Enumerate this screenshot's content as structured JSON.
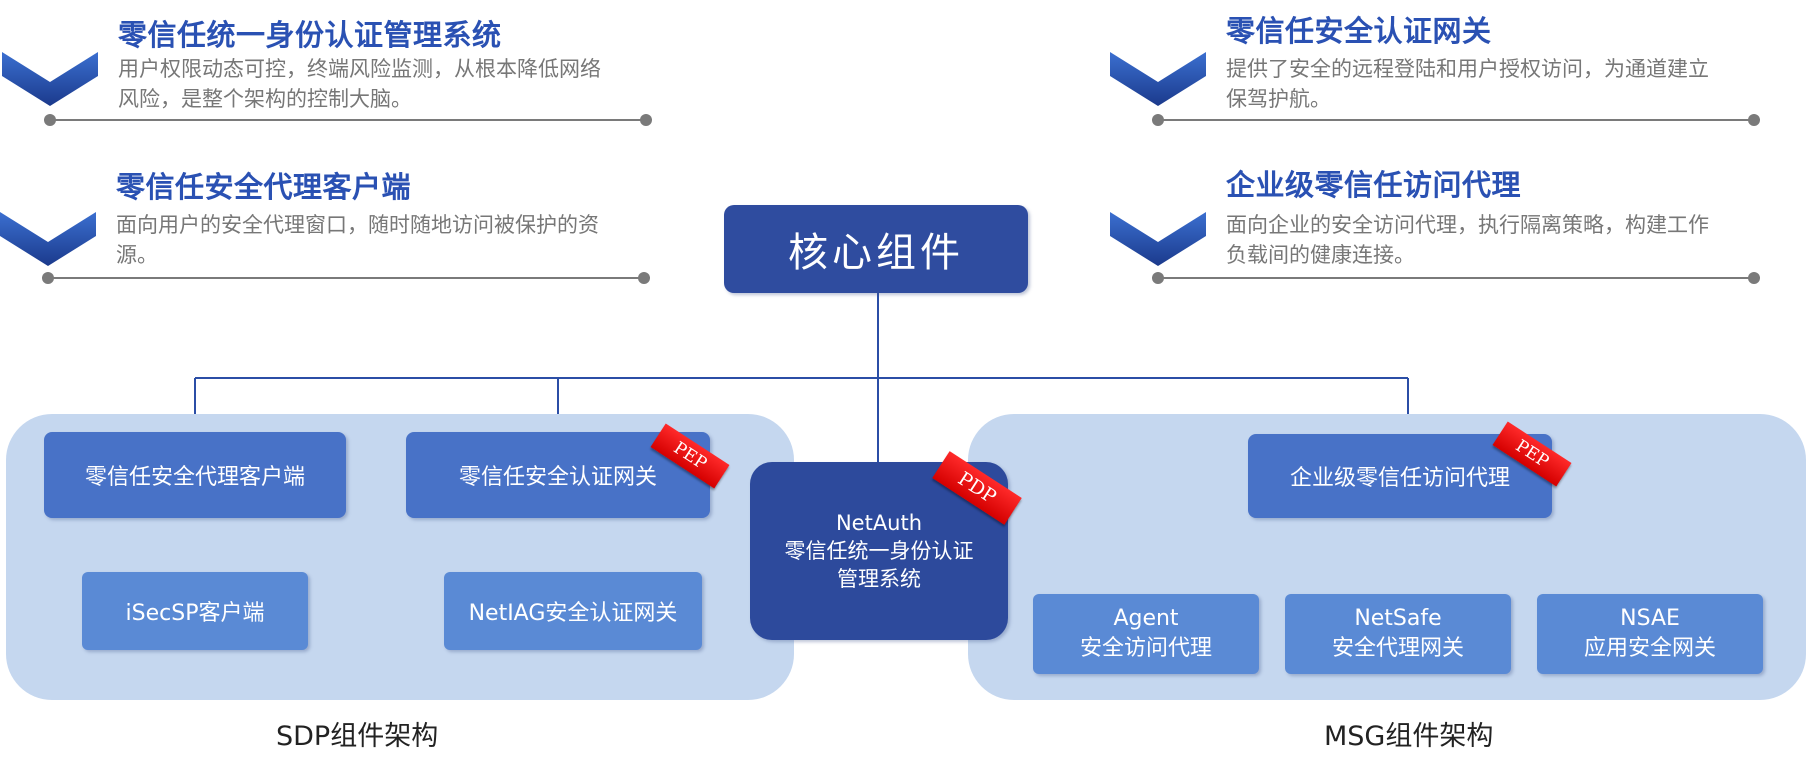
{
  "features": [
    {
      "title": "零信任统一身份认证管理系统",
      "desc_line1": "用户权限动态可控，终端风险监测，从根本降低网络",
      "desc_line2": "风险，是整个架构的控制大脑。"
    },
    {
      "title": "零信任安全代理客户端",
      "desc_line1": "面向用户的安全代理窗口，随时随地访问被保护的资",
      "desc_line2": "源。"
    },
    {
      "title": "零信任安全认证网关",
      "desc_line1": "提供了安全的远程登陆和用户授权访问，为通道建立",
      "desc_line2": "保驾护航。"
    },
    {
      "title": "企业级零信任访问代理",
      "desc_line1": "面向企业的安全访问代理，执行隔离策略，构建工作",
      "desc_line2": "负载间的健康连接。"
    }
  ],
  "core": {
    "label": "核心组件"
  },
  "center": {
    "line1": "NetAuth",
    "line2": "零信任统一身份认证",
    "line3": "管理系统",
    "badge": "PDP"
  },
  "sdp": {
    "client": "零信任安全代理客户端",
    "gateway": "零信任安全认证网关",
    "gateway_badge": "PEP",
    "client_product": "iSecSP客户端",
    "gateway_product": "NetIAG安全认证网关",
    "caption": "SDP组件架构"
  },
  "msg": {
    "proxy": "企业级零信任访问代理",
    "proxy_badge": "PEP",
    "agent_line1": "Agent",
    "agent_line2": "安全访问代理",
    "netsafe_line1": "NetSafe",
    "netsafe_line2": "安全代理网关",
    "nsae_line1": "NSAE",
    "nsae_line2": "应用安全网关",
    "caption": "MSG组件架构"
  },
  "colors": {
    "title_blue": "#2a51b3",
    "panel": "#c5d7ef",
    "core": "#2f4c9f",
    "node": "#4872c7",
    "badge_red": "#e00000"
  }
}
